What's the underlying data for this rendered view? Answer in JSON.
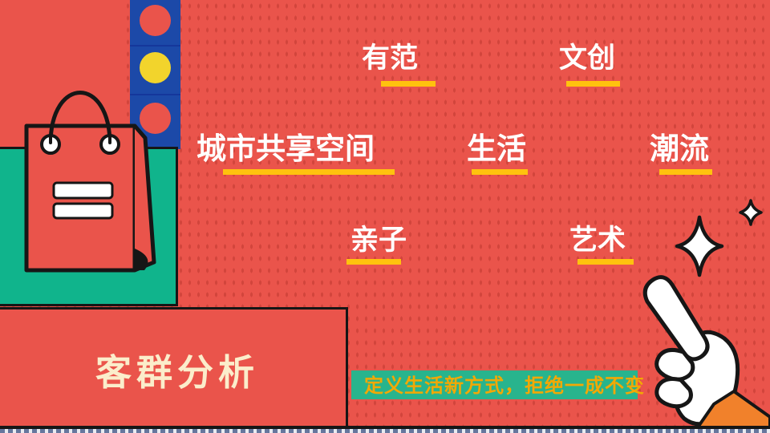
{
  "slide": {
    "title": "客群分析",
    "slogan": "定义生活新方式，拒绝一成不变",
    "tags": [
      {
        "label": "有范"
      },
      {
        "label": "文创"
      },
      {
        "label": "城市共享空间"
      },
      {
        "label": "生活"
      },
      {
        "label": "潮流"
      },
      {
        "label": "亲子"
      },
      {
        "label": "艺术"
      }
    ],
    "decorations": {
      "bag": "shopping-bag-illustration",
      "stars": "sparkle-stars",
      "hand": "pointing-hand-up",
      "traffic_dots": "three-circles-column"
    },
    "colors": {
      "background_red": "#EA544B",
      "dot_red": "#D2453C",
      "underline_yellow": "#FFC20E",
      "teal_green": "#10B48C",
      "royal_blue": "#1C49A8",
      "slogan_green": "#28B48D",
      "slogan_text_orange": "#F2A805",
      "title_cream": "#FBEDCB",
      "sleeve_orange": "#F1812B",
      "circle_yellow": "#F2D42C",
      "outline_black": "#161616"
    }
  }
}
